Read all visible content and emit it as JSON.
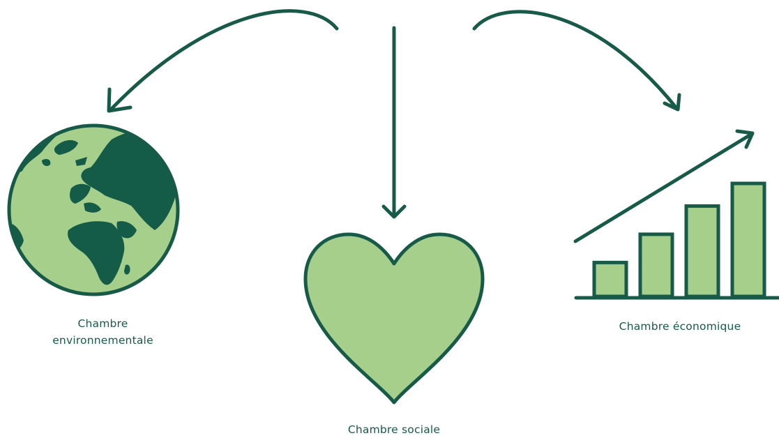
{
  "colors": {
    "dark_green": "#165a47",
    "light_green": "#a6cf8c",
    "continent_green": "#145c48",
    "background": "#ffffff"
  },
  "nodes": {
    "environment": {
      "label_line1": "Chambre",
      "label_line2": "environnementale",
      "icon": "globe-icon"
    },
    "social": {
      "label": "Chambre sociale",
      "icon": "heart-icon"
    },
    "economic": {
      "label": "Chambre économique",
      "icon": "bar-chart-growth-icon"
    }
  },
  "chart_icon_bars": [
    0.3,
    0.55,
    0.8,
    1.0
  ]
}
